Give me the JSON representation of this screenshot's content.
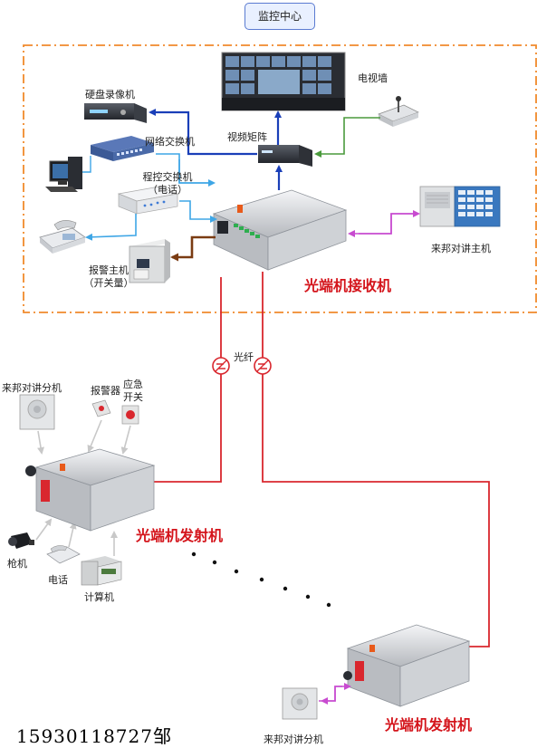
{
  "title": "监控中心",
  "labels": {
    "tv_wall": "电视墙",
    "dvr": "硬盘录像机",
    "video_matrix": "视频矩阵",
    "network_switch": "网络交换机",
    "pbx_line1": "程控交换机",
    "pbx_line2": "（电话）",
    "alarm_host_line1": "报警主机",
    "alarm_host_line2": "（开关量）",
    "intercom_host": "来邦对讲主机",
    "receiver": "光端机接收机",
    "fiber": "光纤",
    "intercom_ext_left": "来邦对讲分机",
    "alarm": "报警器",
    "emergency_line1": "应急",
    "emergency_line2": "开关",
    "transmitter_left": "光端机发射机",
    "camera": "枪机",
    "telephone": "电话",
    "computer": "计算机",
    "transmitter_right": "光端机发射机",
    "intercom_ext_bottom": "来邦对讲分机",
    "phone_number": "15930118727邹"
  },
  "colors": {
    "dashed_border": "#f08a2c",
    "fiber_line": "#d9272e",
    "video_line": "#1a3fb8",
    "data_line": "#3ea6e6",
    "ptz_line": "#4a9a3c",
    "intercom_line": "#c84bd0",
    "alarm_line": "#7a3b12",
    "accent_text": "#d4141b"
  },
  "icons": [
    "tv-wall-icon",
    "dvr-icon",
    "video-matrix-icon",
    "network-switch-icon",
    "computer-icon",
    "pbx-icon",
    "telephone-icon",
    "alarm-host-icon",
    "fiber-receiver-icon",
    "intercom-host-icon",
    "ptz-keyboard-icon",
    "intercom-speaker-icon",
    "alarm-button-icon",
    "emergency-switch-icon",
    "fiber-transmitter-icon",
    "camera-icon",
    "desk-phone-icon",
    "industrial-computer-icon"
  ]
}
